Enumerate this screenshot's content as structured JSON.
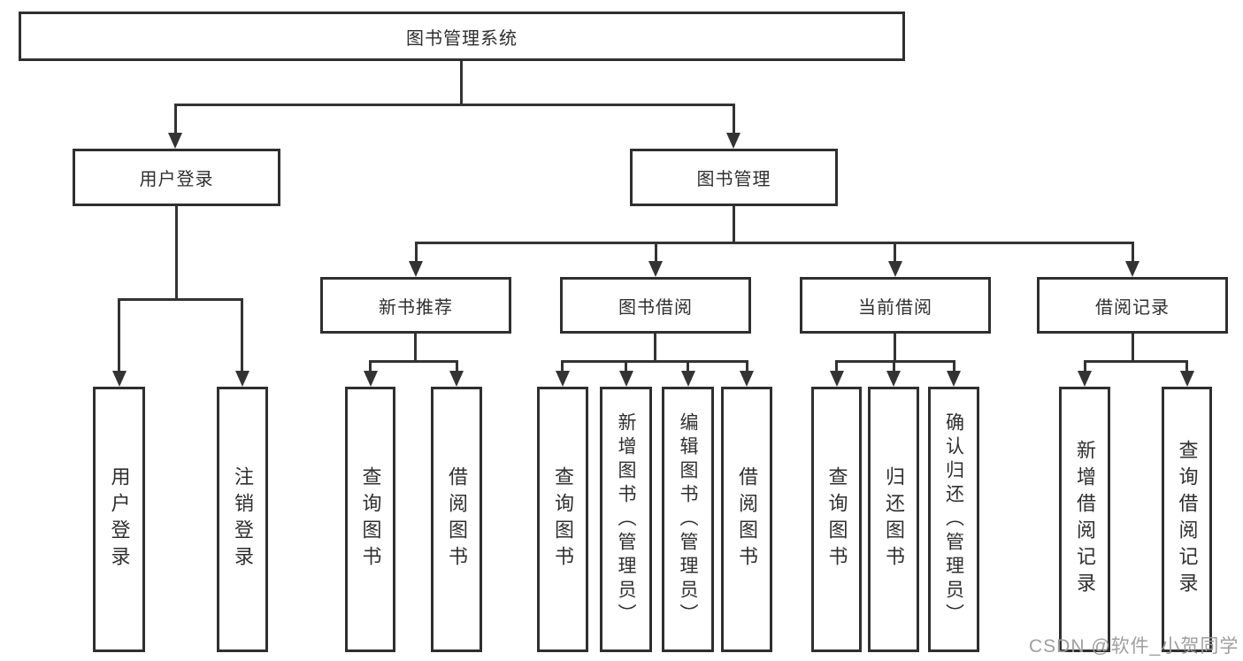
{
  "diagram": {
    "title_node": {
      "label": "图书管理系统"
    },
    "branches": [
      {
        "label": "用户登录",
        "children": [
          {
            "label": "用户登录"
          },
          {
            "label": "注销登录"
          }
        ]
      },
      {
        "label": "图书管理",
        "groups": [
          {
            "label": "新书推荐",
            "children": [
              {
                "label": "查询图书"
              },
              {
                "label": "借阅图书"
              }
            ]
          },
          {
            "label": "图书借阅",
            "children": [
              {
                "label": "查询图书"
              },
              {
                "label": "新增图书（管理员）"
              },
              {
                "label": "编辑图书（管理员）"
              },
              {
                "label": "借阅图书"
              }
            ]
          },
          {
            "label": "当前借阅",
            "children": [
              {
                "label": "查询图书"
              },
              {
                "label": "归还图书"
              },
              {
                "label": "确认归还（管理员）"
              }
            ]
          },
          {
            "label": "借阅记录",
            "children": [
              {
                "label": "新增借阅记录"
              },
              {
                "label": "查询借阅记录"
              }
            ]
          }
        ]
      }
    ]
  },
  "watermark": {
    "text": "CSDN @软件_小贺同学"
  },
  "colors": {
    "line": "#333333",
    "border": "#2f2f2f",
    "text": "#2f2f2f",
    "background": "#ffffff",
    "watermark": "#9e9e9e"
  }
}
